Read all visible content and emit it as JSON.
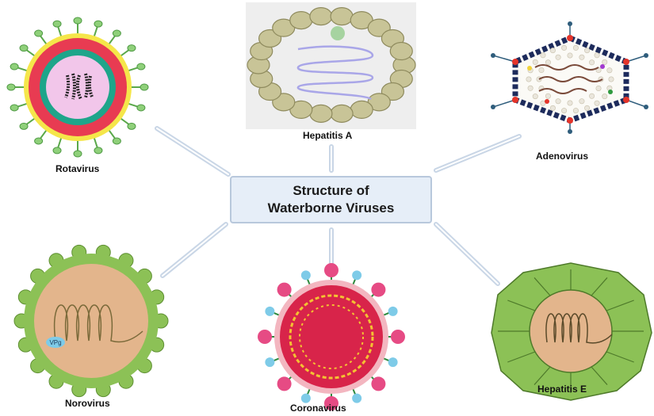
{
  "title": {
    "line1": "Structure of",
    "line2": "Waterborne Viruses"
  },
  "viruses": [
    {
      "name": "Rotavirus"
    },
    {
      "name": "Hepatitis A"
    },
    {
      "name": "Adenovirus"
    },
    {
      "name": "Norovirus"
    },
    {
      "name": "Coronavirus"
    },
    {
      "name": "Hepatitis E"
    }
  ],
  "norovirus_genome_label": "VPg",
  "colors": {
    "box_fill": "#e6eef8",
    "box_border": "#b8c8dc",
    "connector": "#c9d6e6",
    "rota_outer": "#e83b52",
    "rota_yellow": "#f5e64a",
    "rota_inner": "#1ea58a",
    "rota_core": "#f2c6ea",
    "rota_spike": "#8fd07a",
    "hepA_capsomer": "#c8c497",
    "hepA_rna": "#a9a6e8",
    "adeno_fiber": "#2f5d7c",
    "adeno_hexon": "#eae6dc",
    "noro_body": "#e3b58c",
    "noro_spike": "#8cc156",
    "corona_envelope": "#d8244a",
    "corona_rna": "#f4c232",
    "corona_spike": "#e64b84",
    "hepE_capsid": "#8cc156",
    "hepE_core": "#e3b58c"
  }
}
